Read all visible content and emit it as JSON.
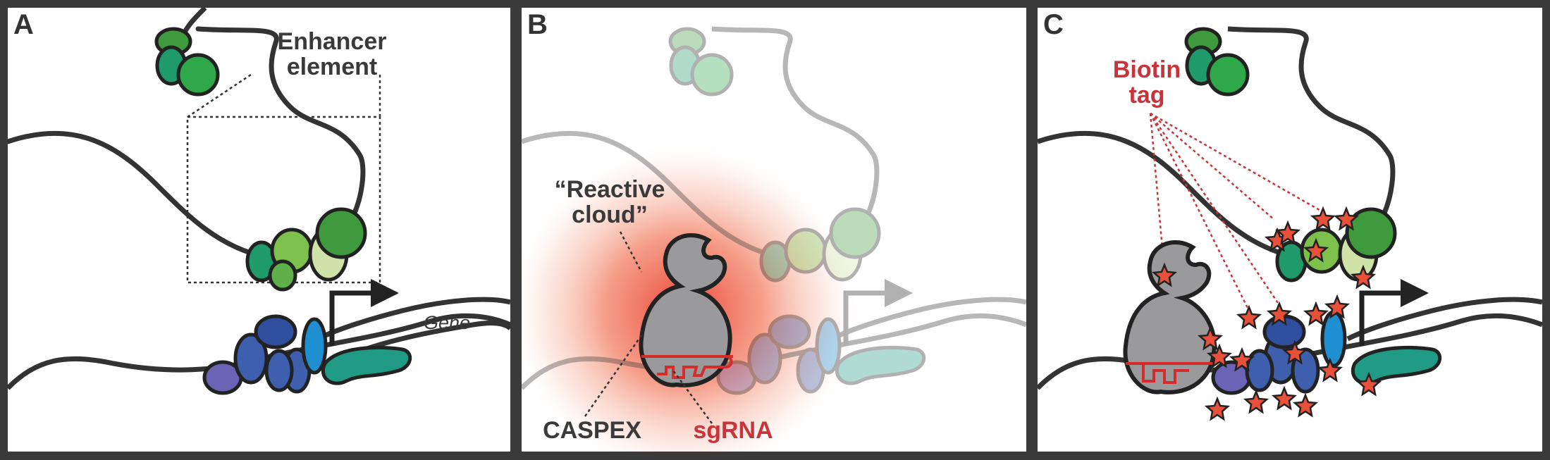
{
  "panels": {
    "a": {
      "letter": "A",
      "enhancer_label_line1": "Enhancer",
      "enhancer_label_line2": "element",
      "gene_label": "Gene"
    },
    "b": {
      "letter": "B",
      "cloud_label_line1": "“Reactive",
      "cloud_label_line2": "cloud”",
      "caspex_label": "CASPEX",
      "sgrna_label": "sgRNA"
    },
    "c": {
      "letter": "C",
      "biotin_label_line1": "Biotin",
      "biotin_label_line2": "tag"
    }
  },
  "colors": {
    "border": "#3a3a3a",
    "dna": "#333333",
    "green_dark": "#3f9a3e",
    "green_teal": "#1f9a6a",
    "green_light": "#7dc04b",
    "green_pale": "#cfe3a8",
    "blue": "#3d5fae",
    "blue_light": "#1e8fd1",
    "purple": "#6b63b5",
    "teal": "#1f9a84",
    "caspex_gray": "#9a9a9c",
    "red": "#c9343b",
    "star": "#e8503a"
  }
}
